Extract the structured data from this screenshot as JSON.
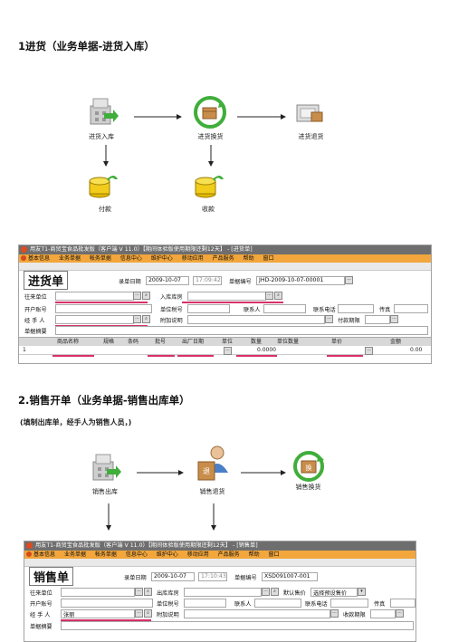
{
  "section1": {
    "heading": "1进货（业务单据-进货入库）",
    "flow": {
      "nodes": [
        "进货入库",
        "进货换货",
        "进货退货",
        "付款",
        "收款"
      ]
    },
    "window": {
      "title": "用友T1-商贸宝食品批发版（客户端 V 11.0）【期间体验版使用期限还剩12天】 - [进货单]",
      "menu": [
        "基本信息",
        "业务单据",
        "帐务单据",
        "信息中心",
        "维护中心",
        "移动应用",
        "产品服务",
        "帮助",
        "窗口"
      ],
      "form_title": "进货单",
      "fields": {
        "supplier_label": "往来单位",
        "storehouse_label": "入库库房",
        "date_label": "录单日期",
        "date_value": "2009-10-07",
        "time_value": "17:09:42",
        "no_label": "单据编号",
        "no_value": "JHD-2009-10-07-00001",
        "account_label": "开户账号",
        "unit_no_label": "单位税号",
        "contact_label": "联系人",
        "phone_label": "联系电话",
        "fax_label": "传真",
        "handler_label": "经 手 人",
        "note_label": "附加说明",
        "pay_term_label": "付款期限",
        "summary_label": "单据摘要"
      },
      "grid_headers": [
        "商品名称",
        "规格",
        "条码",
        "批号",
        "出厂日期",
        "单位",
        "数量",
        "单位数量",
        "单价",
        "金额"
      ],
      "grid_row": {
        "index": "1",
        "qty": "0.0000",
        "amount": "0.00"
      }
    }
  },
  "section2": {
    "heading": "2.销售开单（业务单据-销售出库单）",
    "note": "(填制出库单，经手人为销售人员，)",
    "flow": {
      "nodes": [
        "销售出库",
        "销售退货",
        "销售换货"
      ]
    },
    "window": {
      "title": "用友T1-商贸宝食品批发版（客户端 V 11.0）【期间体验版使用期限还剩12天】 - [销售单]",
      "menu": [
        "基本信息",
        "业务单据",
        "帐务单据",
        "信息中心",
        "维护中心",
        "移动应用",
        "产品服务",
        "帮助",
        "窗口"
      ],
      "form_title": "销售单",
      "fields": {
        "customer_label": "往来单位",
        "storehouse_label": "出库库房",
        "date_label": "录单日期",
        "date_value": "2009-10-07",
        "time_value": "17:10:43",
        "no_label": "单据编号",
        "no_value": "XSD091007-001",
        "price_label": "默认售价",
        "price_value": "选择预设售价",
        "account_label": "开户账号",
        "unit_no_label": "单位税号",
        "contact_label": "联系人",
        "phone_label": "联系电话",
        "fax_label": "传真",
        "handler_label": "经 手 人",
        "handler_value": "张丽",
        "note_label": "附加说明",
        "receive_label": "收款期限",
        "summary_label": "单据摘要"
      }
    }
  },
  "colors": {
    "menubar": "#f2a63b",
    "titlebar": "#6e6e6e",
    "highlight": "#d9306a"
  }
}
